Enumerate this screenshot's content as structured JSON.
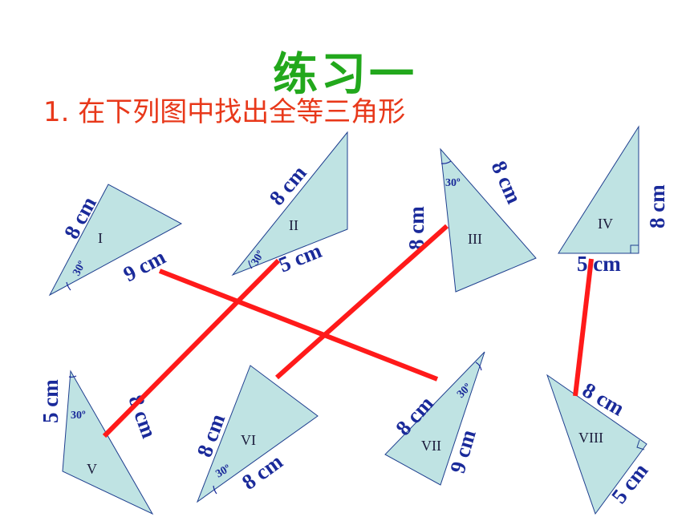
{
  "title": "练习一",
  "subtitle": "1. 在下列图中找出全等三角形",
  "triangles": [
    {
      "id": "I",
      "labels": [
        "8 cm",
        "9 cm"
      ],
      "angle": "30º"
    },
    {
      "id": "II",
      "labels": [
        "8 cm",
        "5 cm"
      ],
      "angle": "30º"
    },
    {
      "id": "III",
      "labels": [
        "8 cm",
        "8 cm"
      ],
      "angle": "30º"
    },
    {
      "id": "IV",
      "labels": [
        "8 cm",
        "5 cm"
      ]
    },
    {
      "id": "V",
      "labels": [
        "5 cm",
        "8 cm"
      ],
      "angle": "30º"
    },
    {
      "id": "VI",
      "labels": [
        "8 cm",
        "8 cm"
      ],
      "angle": "30º"
    },
    {
      "id": "VII",
      "labels": [
        "8 cm",
        "9 cm"
      ],
      "angle": "30º"
    },
    {
      "id": "VIII",
      "labels": [
        "8 cm",
        "5 cm"
      ]
    }
  ],
  "colors": {
    "title": "#22a81c",
    "subtitle": "#e8381a",
    "triangle_fill": "#bfe3e3",
    "label": "#1a2a9a",
    "match_line": "#ff1a1a"
  }
}
